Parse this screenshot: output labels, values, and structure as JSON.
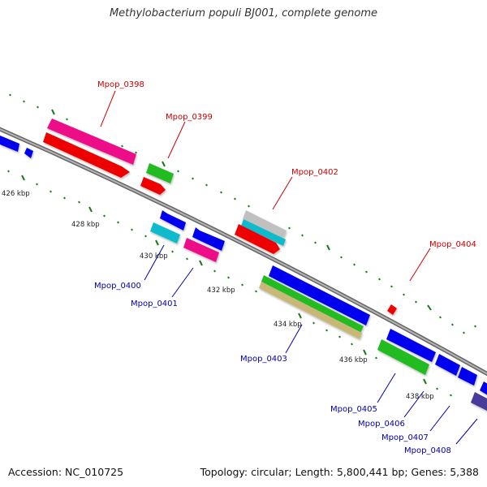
{
  "title": "Methylobacterium populi BJ001, complete genome",
  "footer": {
    "accession": "Accession: NC_010725",
    "summary": "Topology: circular; Length: 5,800,441 bp; Genes: 5,388"
  },
  "colors": {
    "backbone": "#8c8c8c",
    "tick": "#1a7a1a",
    "label_top": "#cc0000",
    "label_bottom": "#0000aa",
    "blue": "#0000ee",
    "red": "#ee0000",
    "magenta": "#ee1188",
    "green": "#22bb22",
    "cyan": "#11bbcc",
    "silver": "#c0c0c0",
    "khaki": "#c8b878",
    "purple": "#4a3a99"
  },
  "ticks": [
    {
      "label": "426 kbp"
    },
    {
      "label": "428 kbp"
    },
    {
      "label": "430 kbp"
    },
    {
      "label": "432 kbp"
    },
    {
      "label": "434 kbp"
    },
    {
      "label": "436 kbp"
    },
    {
      "label": "438 kbp"
    }
  ],
  "gene_labels": {
    "top": [
      "Mpop_0398",
      "Mpop_0399",
      "Mpop_0402",
      "Mpop_0404"
    ],
    "bottom": [
      "Mpop_0400",
      "Mpop_0401",
      "Mpop_0403",
      "Mpop_0405",
      "Mpop_0406",
      "Mpop_0407",
      "Mpop_0408"
    ]
  }
}
